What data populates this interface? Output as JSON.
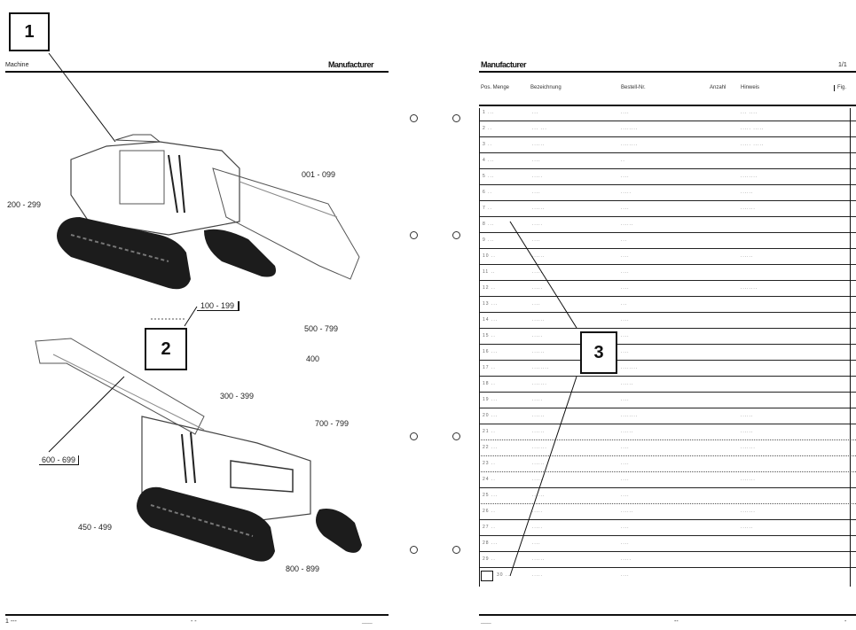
{
  "callouts": {
    "one": "1",
    "two": "2",
    "three": "3"
  },
  "left_page": {
    "header_left": "Machine",
    "header_brand": "Manufacturer",
    "ranges_top": {
      "upper_right": "001 - 099",
      "left": "200 - 299"
    },
    "range_box": "100 - 199",
    "ranges_bottom": {
      "right_a": "500 - 799",
      "right_b": "400",
      "mid": "300 - 399",
      "right_c": "700 - 799",
      "left_box": "600 - 699",
      "left_low": "450 - 499",
      "bottom": "800 - 899"
    },
    "footer_left": "1 ---",
    "footer_mid": "- -",
    "footer_right": "___"
  },
  "right_page": {
    "header_brand": "Manufacturer",
    "header_right": "1/1",
    "columns": [
      "Pos. Menge",
      "Bezeichnung",
      "Bestell-Nr.",
      "Anzahl",
      "Hinweis",
      "Fig."
    ],
    "rows": [
      [
        "1 ...",
        "...",
        "....",
        "... ...."
      ],
      [
        "2 ..",
        "... ...",
        "........",
        "..... ....."
      ],
      [
        "3 ..",
        "......",
        "........",
        "..... ....."
      ],
      [
        "4 ...",
        "....",
        "..",
        ""
      ],
      [
        "5 ...",
        ".....",
        "....",
        "........"
      ],
      [
        "6 ..",
        "....",
        ".....",
        "......"
      ],
      [
        "7 ..",
        "......",
        "....",
        "......."
      ],
      [
        "8 ...",
        ".....",
        "......",
        ""
      ],
      [
        "9 ...",
        "....",
        "...",
        ""
      ],
      [
        "10 ..",
        "......",
        "....",
        "......"
      ],
      [
        "11 ..",
        ".....",
        "....",
        ""
      ],
      [
        "12 ..",
        ".....",
        "....",
        "........"
      ],
      [
        "13 ...",
        "....",
        "...",
        ""
      ],
      [
        "14 ...",
        "......",
        "....",
        ""
      ],
      [
        "15 ..",
        ".....",
        "....",
        ""
      ],
      [
        "16 ...",
        "......",
        "....",
        ""
      ],
      [
        "17 ..",
        "........",
        "........",
        ""
      ],
      [
        "18 ..",
        ".......",
        "......",
        ""
      ],
      [
        "19 ...",
        ".....",
        "....",
        ""
      ],
      [
        "20 ...",
        "......",
        "........",
        "......"
      ],
      [
        "21 ..",
        "......",
        "......",
        "......"
      ],
      [
        "22 ...",
        ".......",
        "....",
        "......."
      ],
      [
        "23 ..",
        "......",
        "....",
        ""
      ],
      [
        "24 ..",
        ".....",
        "....",
        "......."
      ],
      [
        "25 ...",
        "......",
        "....",
        ""
      ],
      [
        "26 ..",
        ".....",
        "......",
        "......."
      ],
      [
        "27 ..",
        ".....",
        "....",
        "......"
      ],
      [
        "28 ...",
        "....",
        "....",
        ""
      ],
      [
        "29 ..",
        "......",
        ".....",
        ""
      ],
      [
        "30 ...",
        ".....",
        "....",
        ""
      ]
    ],
    "footer_left": "___",
    "footer_mid": "--",
    "footer_right": "-"
  }
}
